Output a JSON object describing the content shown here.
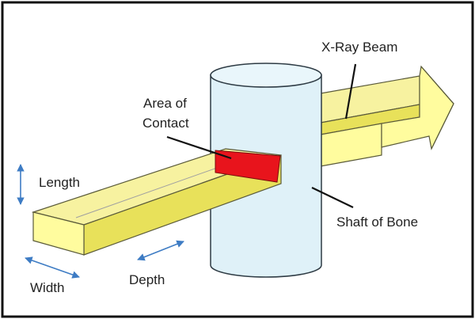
{
  "labels": {
    "xray_beam": "X-Ray Beam",
    "area_line1": "Area of",
    "area_line2": "Contact",
    "length": "Length",
    "width": "Width",
    "depth": "Depth",
    "shaft": "Shaft of Bone"
  },
  "colors": {
    "beam_front": "#fffc9e",
    "beam_top": "#f7f2a0",
    "beam_side": "#e8e15a",
    "beam_stroke": "#5a5a3a",
    "bone_fill": "#dff1f8",
    "bone_stroke": "#2e3b44",
    "contact": "#e8141c",
    "arrow": "#3e7cc4"
  }
}
